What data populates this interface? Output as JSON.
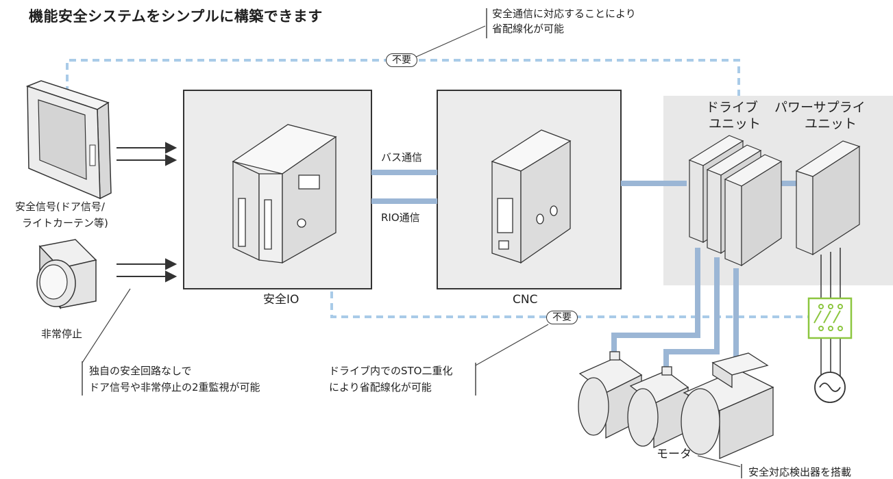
{
  "title": "機能安全システムをシンプルに構築できます",
  "callouts": {
    "comm_line1": "安全通信に対応することにより",
    "comm_line2": "省配線化が可能",
    "unneeded": "不要",
    "unneeded2": "不要",
    "circuit_line1": "独自の安全回路なしで",
    "circuit_line2": "ドア信号や非常停止の2重監視が可能",
    "sto_line1": "ドライブ内でのSTO二重化",
    "sto_line2": "により省配線化が可能",
    "encoder": "安全対応検出器を搭載"
  },
  "labels": {
    "safety_signal_line1": "安全信号(ドア信号/",
    "safety_signal_line2": "ライトカーテン等)",
    "estop": "非常停止",
    "safety_io": "安全IO",
    "cnc": "CNC",
    "bus": "バス通信",
    "rio": "RIO通信",
    "drive_line1": "ドライブ",
    "drive_line2": "ユニット",
    "psu_line1": "パワーサプライ",
    "psu_line2": "ユニット",
    "motor": "モータ"
  },
  "colors": {
    "line_blue": "#9bb6d5",
    "dash_blue": "#a9cbe8",
    "panel_gray": "#e8e8e8",
    "box_fill": "#ececec",
    "box_stroke": "#333333",
    "breaker_green": "#8cc63f",
    "callout_stroke": "#444444"
  }
}
